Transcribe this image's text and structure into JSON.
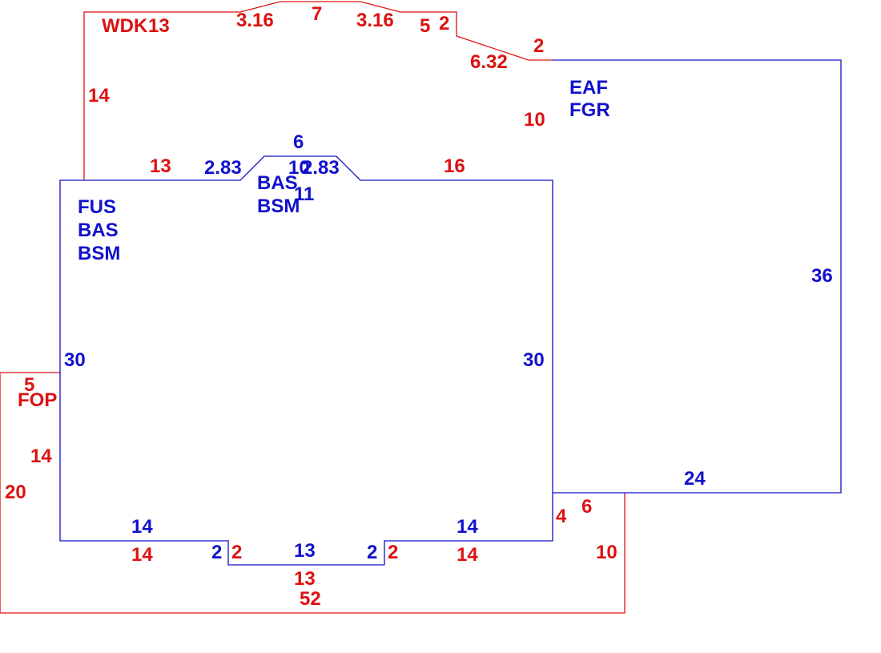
{
  "colors": {
    "blue": "#1111cc",
    "red": "#dd1111",
    "background": "#ffffff"
  },
  "areas": {
    "wdk": "WDK",
    "eaf": "EAF",
    "fgr": "FGR",
    "fus": "FUS",
    "bas_main": "BAS",
    "bsm_main": "BSM",
    "bas_bay": "BAS",
    "bsm_bay": "BSM",
    "fop": "FOP"
  },
  "dimensions": {
    "wdk_13": "13",
    "wdk_316_left": "3.16",
    "wdk_7": "7",
    "wdk_316_right": "3.16",
    "wdk_5": "5",
    "wdk_2_top": "2",
    "wdk_2_right": "2",
    "wdk_632": "6.32",
    "wdk_14": "14",
    "wdk_10": "10",
    "wdk_13_bottom": "13",
    "wdk_16": "16",
    "bay_283_left": "2.83",
    "bay_6": "6",
    "bay_10": "10",
    "bay_283_right": "2.83",
    "bay_11": "11",
    "garage_36": "36",
    "garage_24": "24",
    "house_30_left": "30",
    "house_30_right": "30",
    "house_14_bl": "14",
    "house_14_br": "14",
    "house_2_l": "2",
    "house_13": "13",
    "house_2_r": "2",
    "fop_5": "5",
    "fop_14": "14",
    "fop_20": "20",
    "fop_14_bl": "14",
    "fop_2_l": "2",
    "fop_13": "13",
    "fop_2_r": "2",
    "fop_14_br": "14",
    "fop_52": "52",
    "fop_4": "4",
    "fop_6": "6",
    "fop_10": "10"
  }
}
